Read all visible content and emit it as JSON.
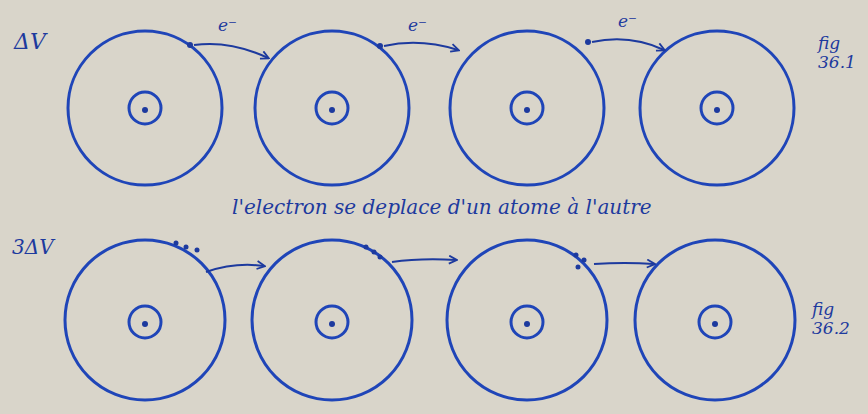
{
  "diagram": {
    "labels": [
      "ΔV",
      "e⁻",
      "e⁻",
      "e⁻",
      "fig 36.1",
      "l'electron se deplace d'un atome à l'autre",
      "3ΔV",
      "fig 36.2"
    ]
  }
}
